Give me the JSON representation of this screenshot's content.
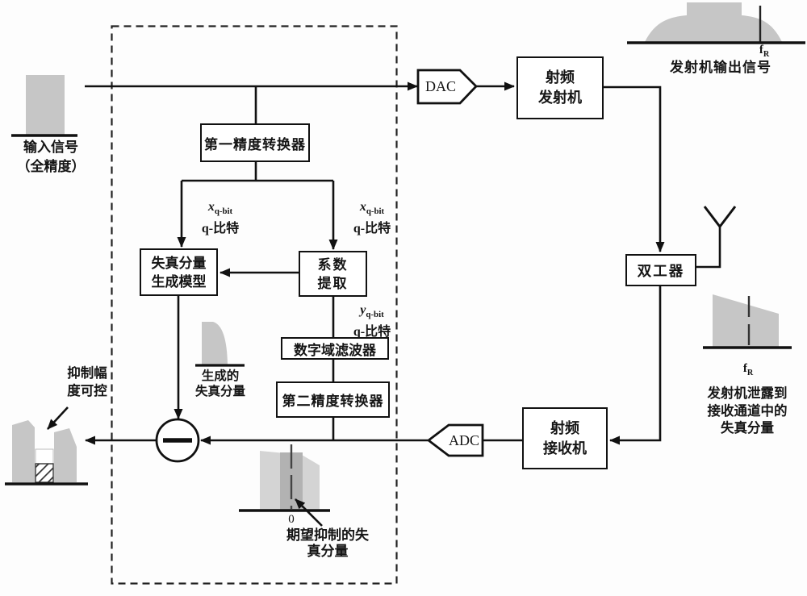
{
  "colors": {
    "line": "#1a1a1a",
    "spectrum_gray": "#c6c6c6",
    "spectrum_light": "#d4d4d4",
    "spectrum_dark": "#b2b2b2",
    "background": "#fdfdfd"
  },
  "blocks": {
    "first_precision": "第一精度转换器",
    "distortion_model": [
      "失真分量",
      "生成模型"
    ],
    "coeff_extract": [
      "系数",
      "提取"
    ],
    "digital_filter": "数字域滤波器",
    "second_precision": "第二精度转换器",
    "rf_transmitter": [
      "射频",
      "发射机"
    ],
    "rf_receiver": [
      "射频",
      "接收机"
    ],
    "duplexer": "双工器",
    "dac": "DAC",
    "adc": "ADC"
  },
  "labels": {
    "input": [
      "输入信号",
      "（全精度）"
    ],
    "x_var": "x",
    "y_var": "y",
    "qbit_sub": "q-bit",
    "qbit_cn": "q-比特",
    "f_var": "f",
    "f_sub": "R",
    "tx_output": "发射机输出信号",
    "leak": [
      "发射机泄露到",
      "接收通道中的",
      "失真分量"
    ],
    "generated": [
      "生成的",
      "失真分量"
    ],
    "suppress": [
      "抑制幅",
      "度可控"
    ],
    "desired": [
      "期望抑制的失",
      "真分量"
    ],
    "zero": "0"
  }
}
